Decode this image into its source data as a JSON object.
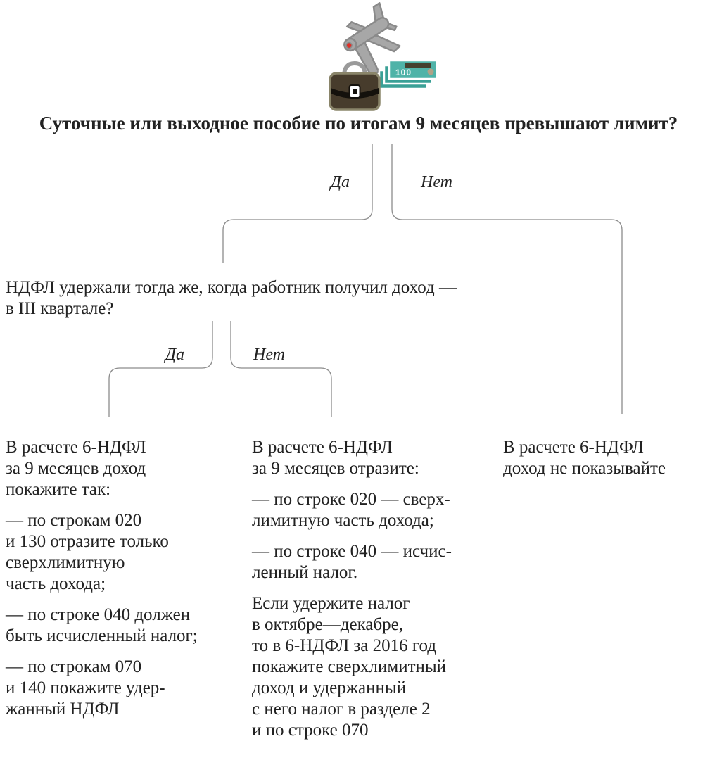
{
  "colors": {
    "text": "#222222",
    "connector_line": "#8c8c8c",
    "plane_fill": "#a7a7a7",
    "plane_stroke": "#8a8a8a",
    "plane_nose_dot": "#e03028",
    "briefcase_fill": "#473c2c",
    "briefcase_stroke": "#8a856a",
    "briefcase_band": "#14110c",
    "banknote_fill": "#4fb3a8",
    "banknote_under_fill": "#3aa096",
    "banknote_band": "#44412f",
    "banknote_circle": "#b0a287",
    "banknote_value_color": "#ffffff"
  },
  "icon": {
    "name": "business-trip-allowance-icon",
    "banknote_value": "100"
  },
  "decision_tree": {
    "root_question": "Суточные или выходное пособие по итогам 9 месяцев превышают лимит?",
    "level1": {
      "yes": "Да",
      "no": "Нет"
    },
    "second_question": "НДФЛ удержали тогда же, когда работник получил доход —\nв III квартале?",
    "level2": {
      "yes": "Да",
      "no": "Нет"
    },
    "outcomes": {
      "yes_yes": {
        "paragraphs": [
          "В расчете 6-НДФЛ\nза 9 месяцев доход\nпокажите так:",
          "— по строкам 020\nи 130 отразите только\nсверхлимитную\nчасть дохода;",
          "— по строке 040 должен\nбыть исчисленный налог;",
          "— по строкам 070\nи 140 покажите удер-\nжанный НДФЛ"
        ]
      },
      "yes_no": {
        "paragraphs": [
          "В расчете 6-НДФЛ\nза 9 месяцев отразите:",
          "— по строке 020 — сверх-\nлимитную часть дохода;",
          "— по строке 040 — исчис-\nленный налог.",
          "Если удержите налог\nв октябре—декабре,\nто в 6-НДФЛ за 2016 год\nпокажите сверхлимитный\nдоход и удержанный\nс него налог в разделе 2\nи по строке 070"
        ]
      },
      "no": {
        "paragraphs": [
          "В расчете 6-НДФЛ\nдоход не показывайте"
        ]
      }
    }
  }
}
